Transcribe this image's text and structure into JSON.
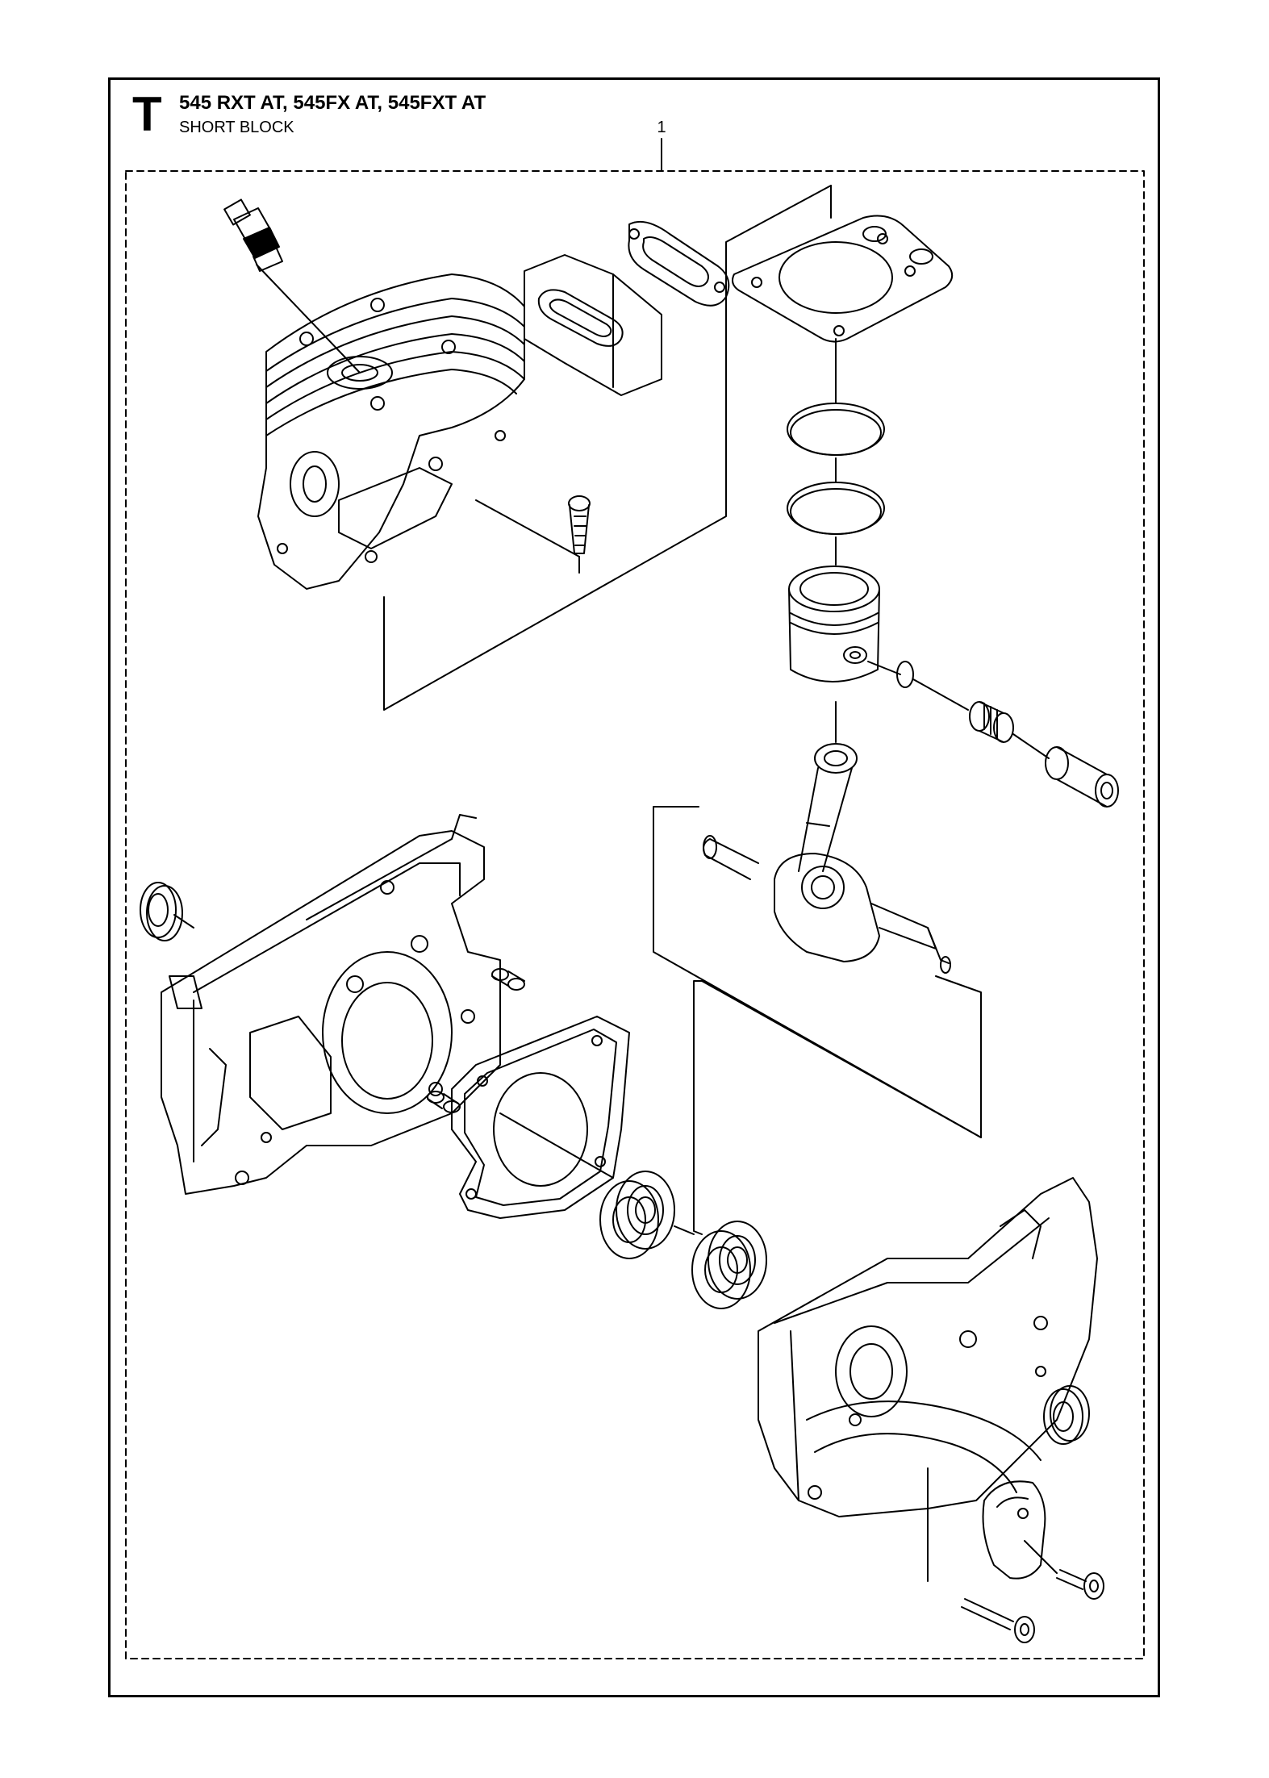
{
  "header": {
    "section_letter": "T",
    "title": "545 RXT AT, 545FX AT, 545FXT AT",
    "subtitle": "SHORT BLOCK"
  },
  "callouts": {
    "kit_ref": "1"
  },
  "parts": [
    {
      "name": "spark-plug"
    },
    {
      "name": "cylinder"
    },
    {
      "name": "muffler-gasket"
    },
    {
      "name": "heat-shield"
    },
    {
      "name": "cylinder-gasket"
    },
    {
      "name": "piston-ring-upper"
    },
    {
      "name": "piston-ring-lower"
    },
    {
      "name": "cylinder-screw"
    },
    {
      "name": "piston"
    },
    {
      "name": "circlip"
    },
    {
      "name": "needle-bearing"
    },
    {
      "name": "piston-pin"
    },
    {
      "name": "crankshaft"
    },
    {
      "name": "crankcase-half-left"
    },
    {
      "name": "crankcase-seal-left"
    },
    {
      "name": "crankcase-gasket"
    },
    {
      "name": "main-bearing-left"
    },
    {
      "name": "main-bearing-right"
    },
    {
      "name": "crankcase-half-right"
    },
    {
      "name": "crankcase-seal-right"
    },
    {
      "name": "crankcase-cover"
    },
    {
      "name": "crankcase-screw-1"
    },
    {
      "name": "crankcase-screw-2"
    }
  ]
}
